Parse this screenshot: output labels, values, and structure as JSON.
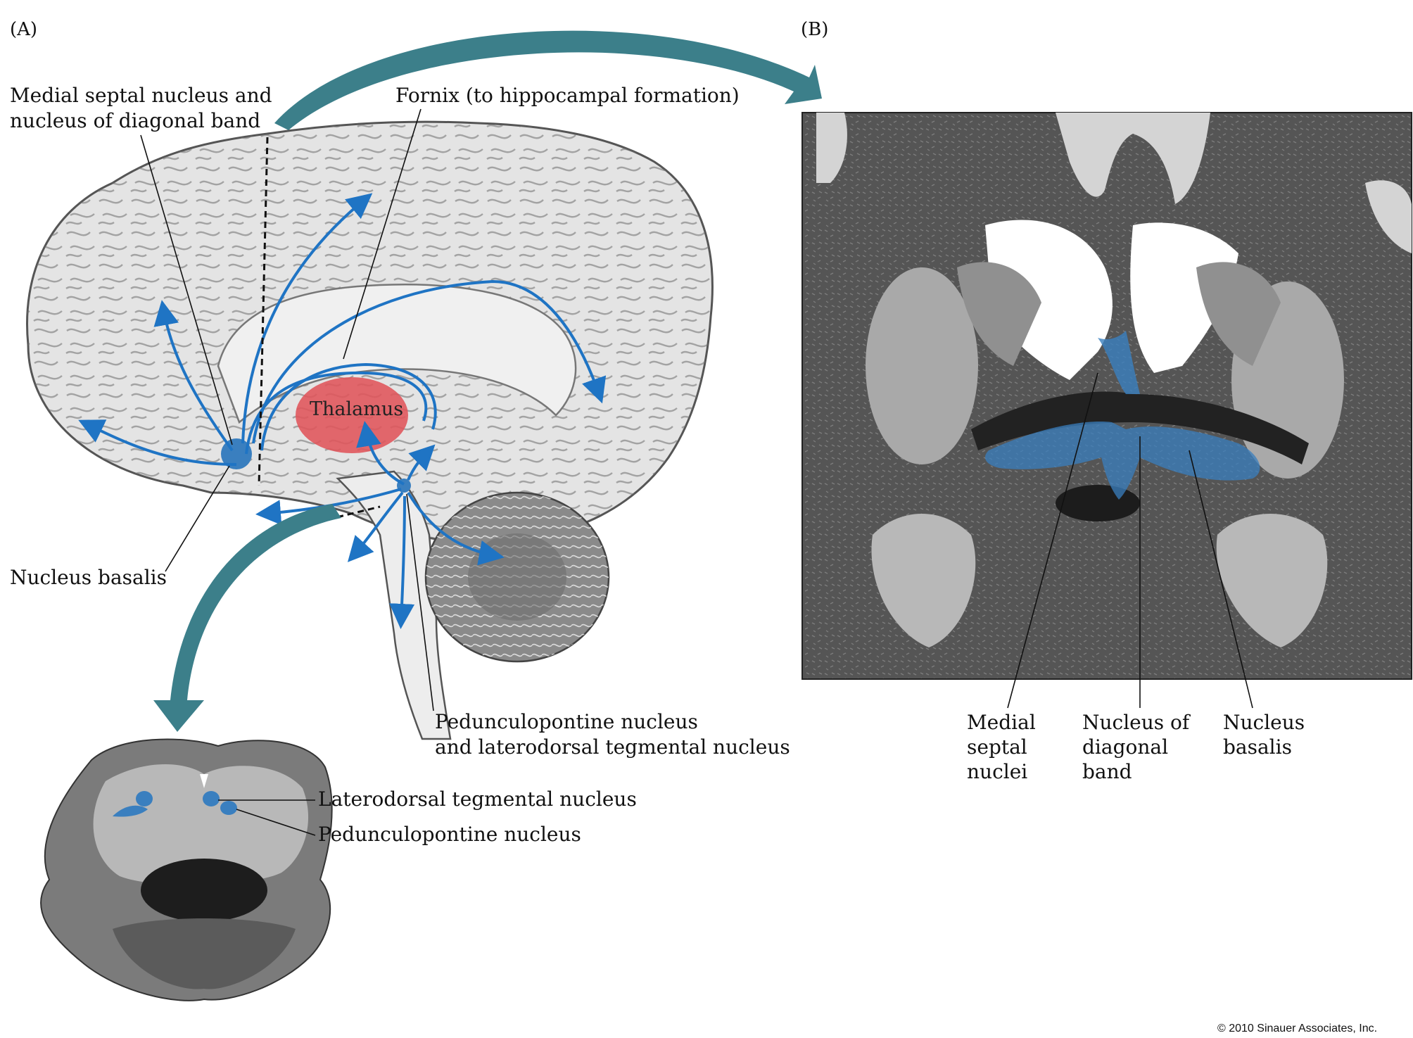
{
  "panels": {
    "a_label": "(A)",
    "b_label": "(B)"
  },
  "panel_a": {
    "medial_septal_line1": "Medial septal nucleus and",
    "medial_septal_line2": "nucleus of diagonal band",
    "fornix": "Fornix (to hippocampal formation)",
    "thalamus": "Thalamus",
    "nucleus_basalis": "Nucleus basalis",
    "ppn_line1": "Pedunculopontine nucleus",
    "ppn_line2": "and laterodorsal tegmental nucleus"
  },
  "brainstem": {
    "ldt": "Laterodorsal tegmental nucleus",
    "ppn": "Pedunculopontine nucleus"
  },
  "panel_b": {
    "medial_septal": [
      "Medial",
      "septal",
      "nuclei"
    ],
    "diagonal_band": [
      "Nucleus of",
      "diagonal",
      "band"
    ],
    "nucleus_basalis": [
      "Nucleus",
      "basalis"
    ]
  },
  "copyright": "© 2010 Sinauer Associates, Inc.",
  "colors": {
    "projection_arrow": "#1f74c4",
    "big_arrow": "#3c7f8a",
    "thalamus": "#e0545a",
    "cholinergic_nuclei": "#3a7fbf",
    "brain_fill": "#e4e4e4"
  }
}
